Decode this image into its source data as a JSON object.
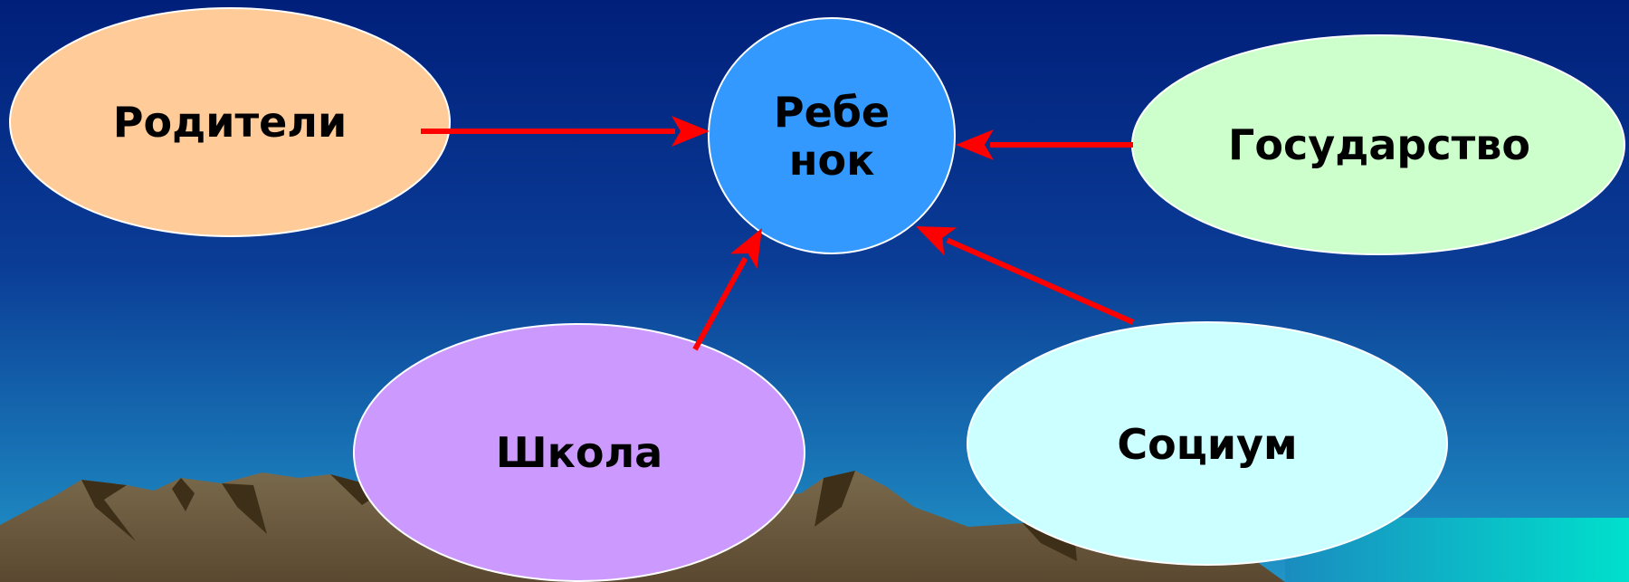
{
  "nodes": {
    "parents": {
      "label": "Родители",
      "fill": "#ffcc99"
    },
    "child": {
      "label": "Ребе\nнок",
      "fill": "#3399ff"
    },
    "state": {
      "label": "Государство",
      "fill": "#ccffcc"
    },
    "school": {
      "label": "Школа",
      "fill": "#cc99ff"
    },
    "society": {
      "label": "Социум",
      "fill": "#ccffff"
    }
  },
  "edges": [
    {
      "from": "parents",
      "to": "child"
    },
    {
      "from": "state",
      "to": "child"
    },
    {
      "from": "school",
      "to": "child"
    },
    {
      "from": "society",
      "to": "child"
    }
  ],
  "colors": {
    "arrow": "#ff0000",
    "sky_top": "#001f7a",
    "sky_bottom": "#1e8fc4",
    "mountain": "#6b5a40",
    "teal_accent": "#00d8c8"
  }
}
